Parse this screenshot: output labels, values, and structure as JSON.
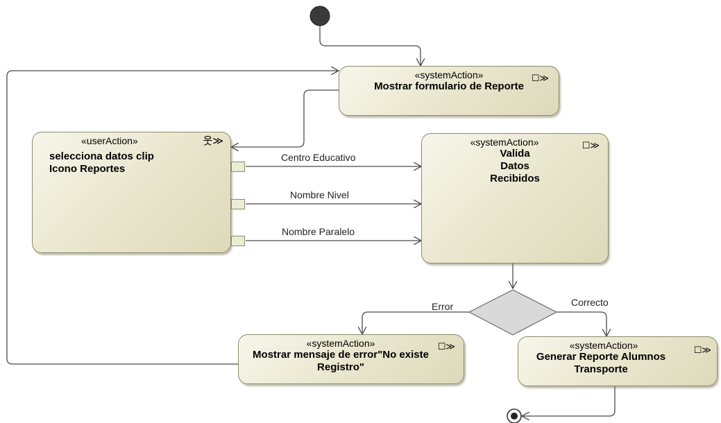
{
  "nodes": {
    "mostrar_formulario": {
      "stereotype": "«systemAction»",
      "name": "Mostrar formulario de Reporte"
    },
    "selecciona_datos": {
      "stereotype": "«userAction»",
      "name": "selecciona datos clip Icono Reportes"
    },
    "valida_datos": {
      "stereotype": "«systemAction»",
      "name": "Valida Datos Recibidos"
    },
    "mostrar_error": {
      "stereotype": "«systemAction»",
      "name": "Mostrar mensaje de error\"No existe Registro\""
    },
    "generar_reporte": {
      "stereotype": "«systemAction»",
      "name": "Generar Reporte Alumnos Transporte"
    }
  },
  "edges": {
    "centro_educativo": "Centro Educativo",
    "nombre_nivel": "Nombre Nivel",
    "nombre_paralelo": "Nombre Paralelo",
    "error": "Error",
    "correcto": "Correcto"
  },
  "icons": {
    "system_action": "call-behavior-icon",
    "user_action": "actor-call-icon",
    "initial": "initial-node-icon",
    "final": "final-node-icon",
    "decision": "decision-node-icon"
  },
  "colors": {
    "node_fill": "#e8e5cc",
    "node_border": "#8a8a6a",
    "edge": "#4a4a4a",
    "decision_fill": "#d9d9d9"
  }
}
